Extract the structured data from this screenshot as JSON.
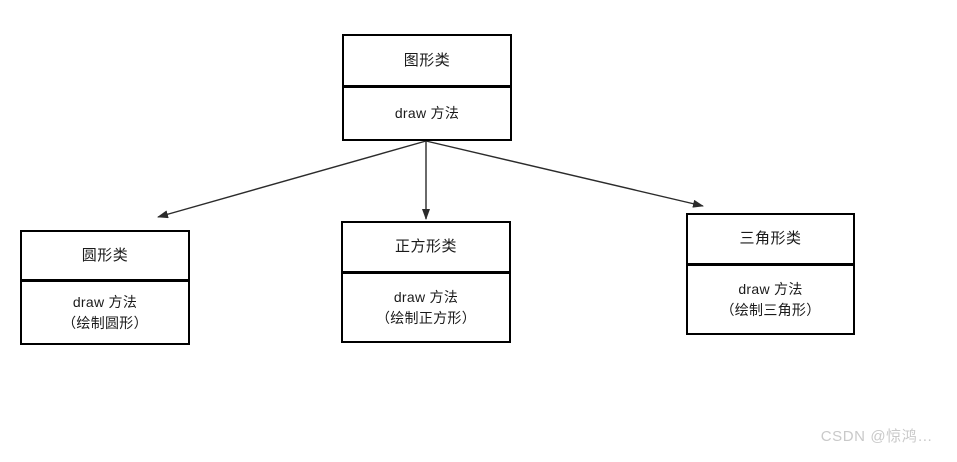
{
  "diagram": {
    "type": "uml-class-inheritance",
    "parent": {
      "name": "图形类",
      "members": [
        "draw 方法"
      ]
    },
    "children": [
      {
        "id": "circle",
        "name": "圆形类",
        "members": [
          "draw 方法",
          "（绘制圆形）"
        ]
      },
      {
        "id": "square",
        "name": "正方形类",
        "members": [
          "draw 方法",
          "（绘制正方形）"
        ]
      },
      {
        "id": "triangle",
        "name": "三角形类",
        "members": [
          "draw 方法",
          "（绘制三角形）"
        ]
      }
    ],
    "connectors": [
      {
        "from": "图形类",
        "to": "圆形类",
        "style": "arrow"
      },
      {
        "from": "图形类",
        "to": "正方形类",
        "style": "arrow"
      },
      {
        "from": "图形类",
        "to": "三角形类",
        "style": "arrow"
      }
    ],
    "colors": {
      "background": "#ffffff",
      "box_fill": "#ffffff",
      "box_border": "#000000",
      "connector": "#2b2b2b",
      "text": "#1a1a1a",
      "watermark": "#c9c9c9"
    }
  },
  "watermark": {
    "text": "CSDN @惊鸿…"
  }
}
